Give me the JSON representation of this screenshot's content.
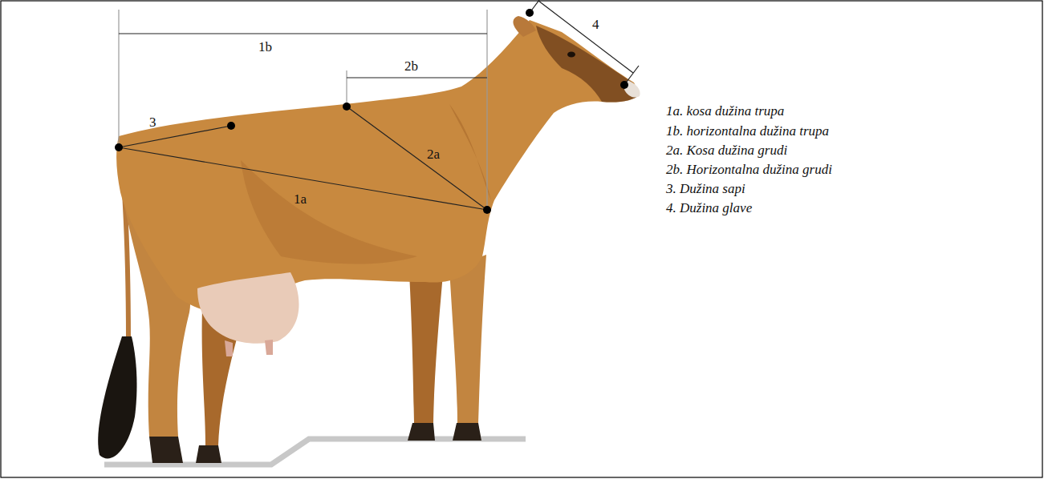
{
  "diagram": {
    "labels": [
      "1b",
      "2b",
      "3",
      "2a",
      "1a",
      "4",
      "1a. kosa dužina trupa",
      "1b. horizontalna dužina trupa",
      "2a. Kosa dužina grudi",
      "2b. Horizontalna dužina grudi",
      "3. Dužina sapi",
      "4. Dužina glave"
    ]
  }
}
